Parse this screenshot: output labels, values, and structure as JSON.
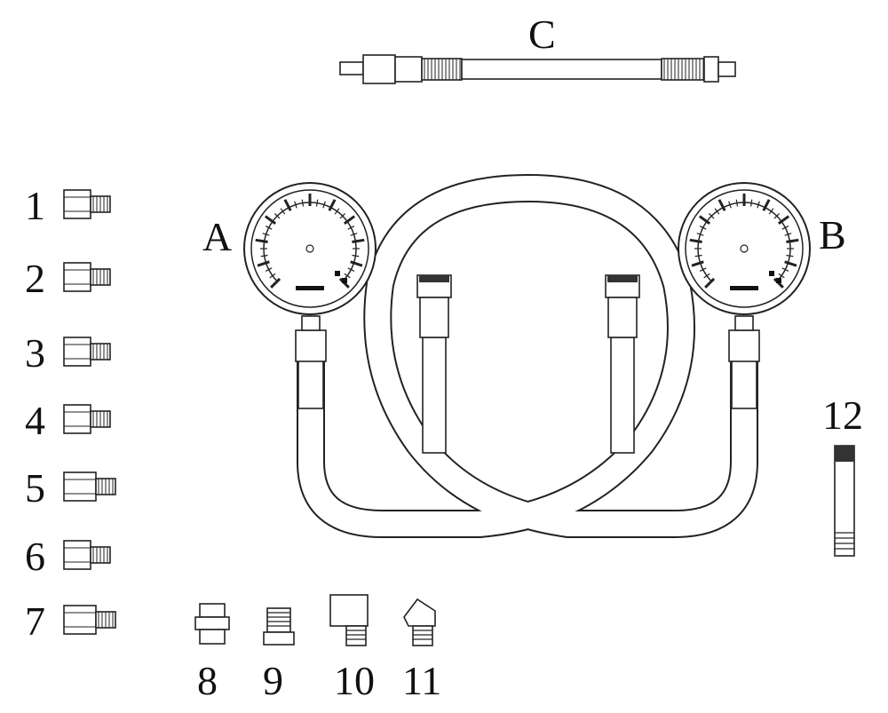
{
  "labels": {
    "hose_c": "C",
    "gauge_a": "A",
    "gauge_b": "B",
    "adapters": [
      "1",
      "2",
      "3",
      "4",
      "5",
      "6",
      "7"
    ],
    "fittings": [
      "8",
      "9",
      "10",
      "11"
    ],
    "extension": "12"
  },
  "colors": {
    "line": "#222222",
    "background": "#ffffff"
  }
}
